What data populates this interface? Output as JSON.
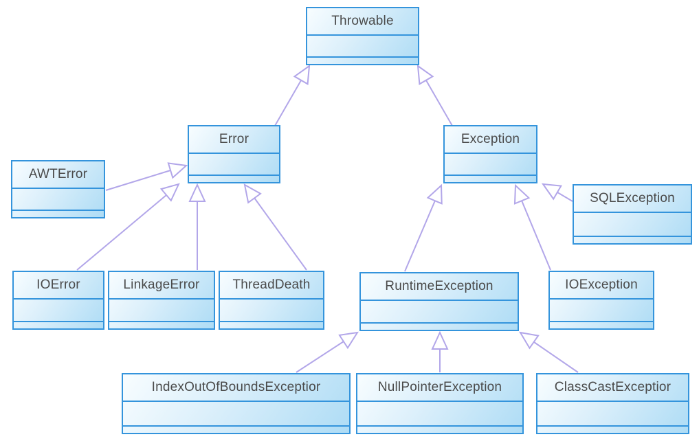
{
  "diagram": {
    "type": "uml-class-diagram",
    "classes": [
      {
        "name": "Throwable"
      },
      {
        "name": "Error"
      },
      {
        "name": "Exception"
      },
      {
        "name": "AWTError"
      },
      {
        "name": "SQLException"
      },
      {
        "name": "IOError"
      },
      {
        "name": "LinkageError"
      },
      {
        "name": "ThreadDeath"
      },
      {
        "name": "RuntimeException"
      },
      {
        "name": "IOException"
      },
      {
        "name": "IndexOutOfBoundsExceptior"
      },
      {
        "name": "NullPointerException"
      },
      {
        "name": "ClassCastExceptior"
      }
    ],
    "relationships": [
      {
        "child": "Error",
        "parent": "Throwable",
        "type": "generalization"
      },
      {
        "child": "Exception",
        "parent": "Throwable",
        "type": "generalization"
      },
      {
        "child": "AWTError",
        "parent": "Error",
        "type": "generalization"
      },
      {
        "child": "IOError",
        "parent": "Error",
        "type": "generalization"
      },
      {
        "child": "LinkageError",
        "parent": "Error",
        "type": "generalization"
      },
      {
        "child": "ThreadDeath",
        "parent": "Error",
        "type": "generalization"
      },
      {
        "child": "RuntimeException",
        "parent": "Exception",
        "type": "generalization"
      },
      {
        "child": "IOException",
        "parent": "Exception",
        "type": "generalization"
      },
      {
        "child": "SQLException",
        "parent": "Exception",
        "type": "generalization"
      },
      {
        "child": "IndexOutOfBoundsExceptior",
        "parent": "RuntimeException",
        "type": "generalization"
      },
      {
        "child": "NullPointerException",
        "parent": "RuntimeException",
        "type": "generalization"
      },
      {
        "child": "ClassCastExceptior",
        "parent": "RuntimeException",
        "type": "generalization"
      }
    ],
    "colors": {
      "background": "#ffffff",
      "box_border": "#3494dc",
      "box_fill_light": "#f8fdff",
      "box_fill_dark": "#aedcf5",
      "arrow_line": "#b2a6e9",
      "arrow_head_fill": "#ffffff",
      "class_name_text": "#4a4a4a"
    }
  }
}
